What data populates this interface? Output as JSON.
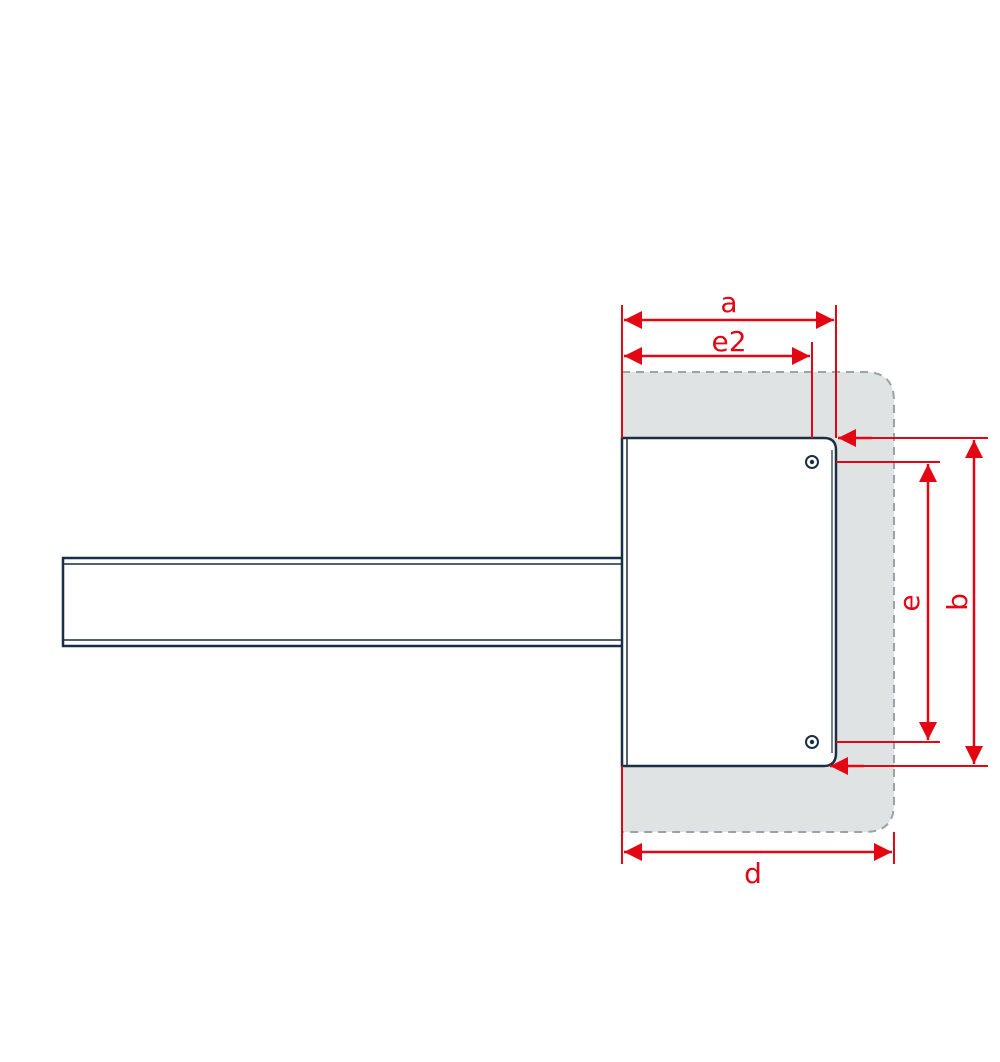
{
  "colors": {
    "dimension": "#e30613",
    "outline": "#1a2e44",
    "clearance_fill": "#dfe3e4",
    "clearance_border": "#9aa3a6",
    "panel_fill": "#ffffff"
  },
  "labels": {
    "a": "a",
    "e2": "e2",
    "b": "b",
    "e": "e",
    "d": "d"
  }
}
